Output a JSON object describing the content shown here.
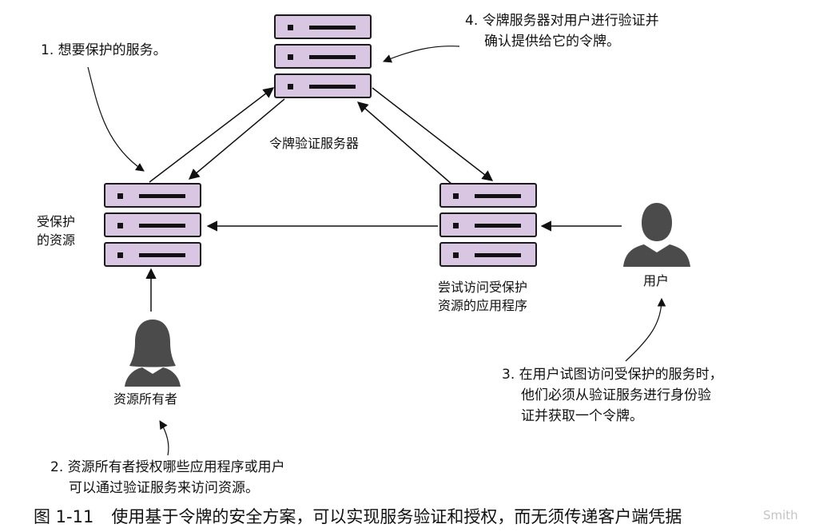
{
  "annotations": {
    "step1": "1. 想要保护的服务。",
    "step2": [
      "2. 资源所有者授权哪些应用程序或用户",
      "可以通过验证服务来访问资源。"
    ],
    "step3": [
      "3. 在用户试图访问受保护的服务时，",
      "他们必须从验证服务进行身份验",
      "证并获取一个令牌。"
    ],
    "step4": [
      "4. 令牌服务器对用户进行验证并",
      "确认提供给它的令牌。"
    ]
  },
  "nodes": {
    "token_server": "令牌验证服务器",
    "protected_resource": [
      "受保护",
      "的资源"
    ],
    "client_app": [
      "尝试访问受保护",
      "资源的应用程序"
    ],
    "user": "用户",
    "resource_owner": "资源所有者"
  },
  "figure": {
    "number": "图 1-11",
    "caption": "使用基于令牌的安全方案，可以实现服务验证和授权，而无须传递客户端凭据"
  },
  "watermark": "Smith"
}
